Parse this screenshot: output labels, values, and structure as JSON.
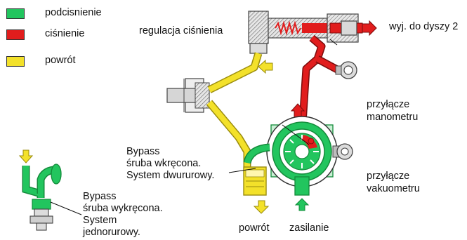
{
  "legend": {
    "items": [
      {
        "label": "podcisnienie",
        "color": "#22c55e"
      },
      {
        "label": "ciśnienie",
        "color": "#e11d1d"
      },
      {
        "label": "powrót",
        "color": "#f3e12a"
      }
    ]
  },
  "labels": {
    "regulation": "regulacja ciśnienia",
    "outlet": "wyj. do dyszy 2",
    "gauge_conn_1": "przyłącze",
    "gauge_conn_2": "manometru",
    "vacuum_conn_1": "przyłącze",
    "vacuum_conn_2": "vakuometru",
    "bypass_screwed_1": "Bypass",
    "bypass_screwed_2": "śruba wkręcona.",
    "bypass_screwed_3": "System dwururowy.",
    "bypass_unscrewed_1": "Bypass",
    "bypass_unscrewed_2": "śruba wykręcona.",
    "bypass_unscrewed_3": "System",
    "bypass_unscrewed_4": "jednorurowy.",
    "return": "powrót",
    "supply": "zasilanie"
  },
  "colors": {
    "green": "#22c55e",
    "green_dark": "#138a3a",
    "red": "#e11d1d",
    "yellow": "#f3e12a",
    "yellow_dark": "#9a8c0d",
    "metal": "#cfcfcf",
    "metal_dark": "#555555"
  }
}
